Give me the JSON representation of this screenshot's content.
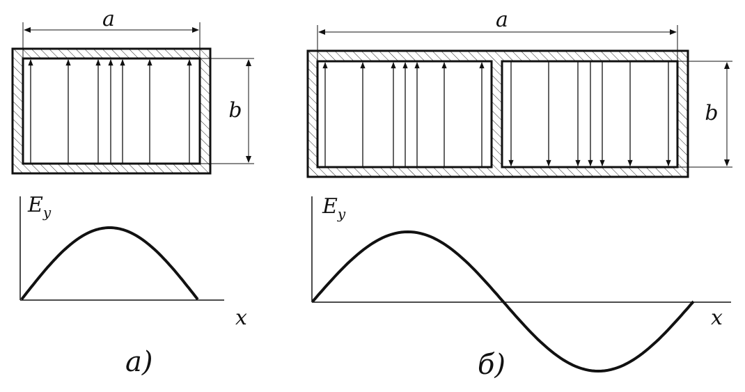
{
  "figure_a": {
    "dim_width": "a",
    "dim_height": "b",
    "y_axis_label": "E",
    "y_axis_subscript": "y",
    "x_axis_label": "x",
    "caption": "а)"
  },
  "figure_b": {
    "dim_width": "a",
    "dim_height": "b",
    "y_axis_label": "E",
    "y_axis_subscript": "y",
    "x_axis_label": "x",
    "caption": "б)"
  }
}
